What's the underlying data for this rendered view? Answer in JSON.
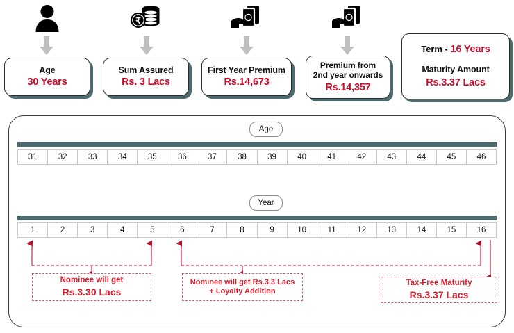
{
  "summary_cards": [
    {
      "icon": "person-icon",
      "label": "Age",
      "value": "30 Years",
      "has_arrow": true
    },
    {
      "icon": "rupee-coins-icon",
      "label": "Sum Assured",
      "value": "Rs. 3 Lacs",
      "has_arrow": true
    },
    {
      "icon": "cash-hand-icon",
      "label": "First Year Premium",
      "value": "Rs.14,673",
      "has_arrow": true
    },
    {
      "icon": "cash-hand-icon",
      "label_line1": "Premium from",
      "label_line2": "2nd year onwards",
      "value": "Rs.14,357",
      "has_arrow": true
    }
  ],
  "term_card": {
    "term_label": "Term  -",
    "term_value": "16 Years",
    "maturity_label": "Maturity Amount",
    "maturity_value": "Rs.3.37 Lacs"
  },
  "timeline": {
    "age_pill": "Age",
    "year_pill": "Year",
    "ages": [
      "31",
      "32",
      "33",
      "34",
      "35",
      "36",
      "37",
      "38",
      "39",
      "40",
      "41",
      "42",
      "43",
      "44",
      "45",
      "46"
    ],
    "years": [
      "1",
      "2",
      "3",
      "4",
      "5",
      "6",
      "7",
      "8",
      "9",
      "10",
      "11",
      "12",
      "13",
      "14",
      "15",
      "16"
    ]
  },
  "notes": [
    {
      "name": "death-benefit-early",
      "line1": "Nominee will get",
      "line2": "Rs.3.30 Lacs",
      "span_years": [
        1,
        5
      ]
    },
    {
      "name": "death-benefit-later",
      "line1": "Nominee will get Rs.3.3 Lacs",
      "line2": "+ Loyalty Addition",
      "span_years": [
        6,
        16
      ]
    },
    {
      "name": "maturity-benefit",
      "line1": "Tax-Free Maturity",
      "line2": "Rs.3.37 Lacs",
      "span_years": [
        16,
        16
      ]
    }
  ],
  "colors": {
    "accent_red": "#d81e2c",
    "teal": "#4d6b6e",
    "dash_red": "#e0566a",
    "gray_arrow": "#bfbfbf",
    "cell_border": "#c9c9c9"
  }
}
